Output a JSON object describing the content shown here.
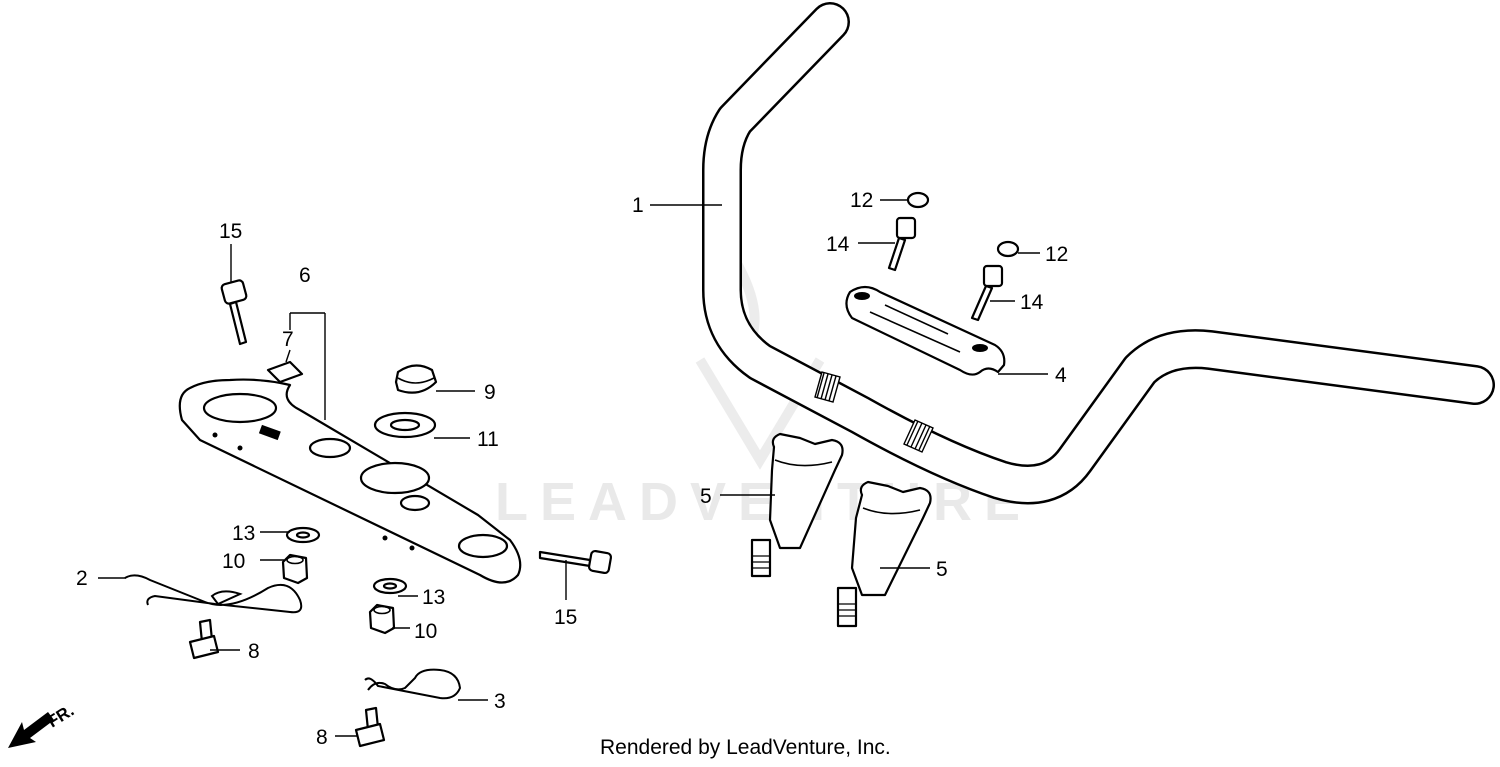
{
  "watermark": {
    "text": "LEADVENTURE"
  },
  "direction_marker": {
    "text": "FR."
  },
  "footer": {
    "text": "Rendered by LeadVenture, Inc."
  },
  "callouts": [
    {
      "id": "c1",
      "text": "1"
    },
    {
      "id": "c2",
      "text": "2"
    },
    {
      "id": "c3",
      "text": "3"
    },
    {
      "id": "c4",
      "text": "4"
    },
    {
      "id": "c5a",
      "text": "5"
    },
    {
      "id": "c5b",
      "text": "5"
    },
    {
      "id": "c6",
      "text": "6"
    },
    {
      "id": "c7",
      "text": "7"
    },
    {
      "id": "c8a",
      "text": "8"
    },
    {
      "id": "c8b",
      "text": "8"
    },
    {
      "id": "c9",
      "text": "9"
    },
    {
      "id": "c10a",
      "text": "10"
    },
    {
      "id": "c10b",
      "text": "10"
    },
    {
      "id": "c11",
      "text": "11"
    },
    {
      "id": "c12a",
      "text": "12"
    },
    {
      "id": "c12b",
      "text": "12"
    },
    {
      "id": "c13a",
      "text": "13"
    },
    {
      "id": "c13b",
      "text": "13"
    },
    {
      "id": "c14a",
      "text": "14"
    },
    {
      "id": "c14b",
      "text": "14"
    },
    {
      "id": "c15a",
      "text": "15"
    },
    {
      "id": "c15b",
      "text": "15"
    }
  ]
}
